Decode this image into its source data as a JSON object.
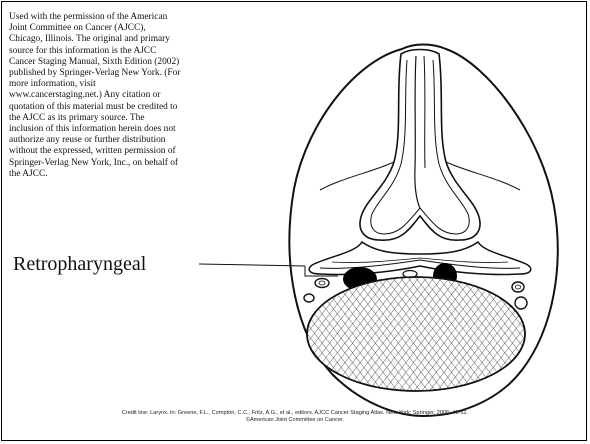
{
  "permission_text": "Used with the permission of the American Joint Committee on Cancer (AJCC), Chicago, Illinois. The original and primary source for this information is the AJCC Cancer Staging Manual, Sixth Edition (2002) published by Springer-Verlag New York. (For more information, visit www.cancerstaging.net.) Any citation or quotation of this material must be credited to the AJCC as its primary source. The inclusion of this information herein does not authorize any reuse or further distribution without the expressed, written permission of Springer-Verlag New York, Inc., on behalf of the AJCC.",
  "region_label": "Retropharyngeal",
  "credit_line_1": "Credit line: Larynx. In: Greene, F.L., Compton, C.C., Fritz, A.G., et al., editors. AJCC Cancer Staging Atlas. New York: Springer, 2006: 41-52.",
  "credit_line_2": "©American Joint Committee on Cancer.",
  "colors": {
    "ink": "#111111",
    "node_fill": "#000000",
    "background": "#ffffff"
  }
}
